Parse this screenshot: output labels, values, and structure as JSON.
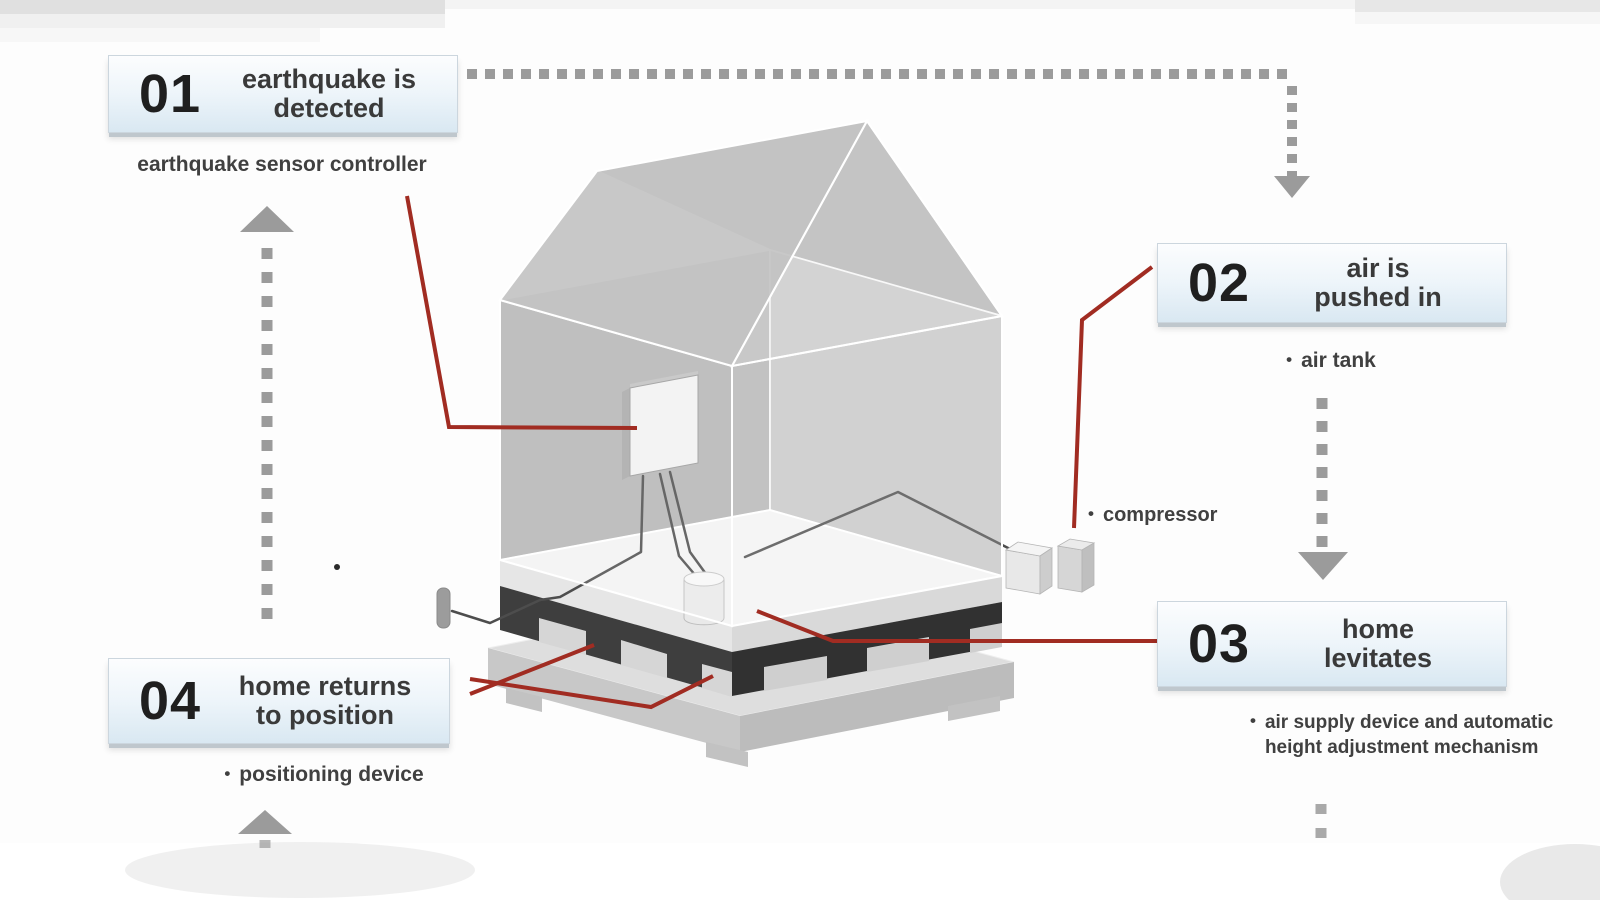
{
  "steps": [
    {
      "number": "01",
      "title_line1": "earthquake is",
      "title_line2": "detected",
      "bullet": "",
      "note": "earthquake sensor controller"
    },
    {
      "number": "02",
      "title_line1": "air is",
      "title_line2": "pushed in",
      "bullet": "•",
      "note": "air tank"
    },
    {
      "number": "03",
      "title_line1": "home",
      "title_line2": "levitates",
      "bullet": "•",
      "note": "air supply device and automatic height adjustment mechanism"
    },
    {
      "number": "04",
      "title_line1": "home returns",
      "title_line2": "to position",
      "bullet": "•",
      "note": "positioning device"
    }
  ],
  "labels": {
    "compressor_bullet": "•",
    "compressor": "compressor"
  },
  "colors": {
    "callout_red": "#a12c22",
    "arrow_gray": "#9b9b9b",
    "box_bg_top": "#fcfdfe",
    "box_bg_bottom": "#d9e8f2",
    "house_gray": "#c4c4c4",
    "base_dark": "#3e3e3e",
    "text_dark": "#3a3a3a"
  }
}
